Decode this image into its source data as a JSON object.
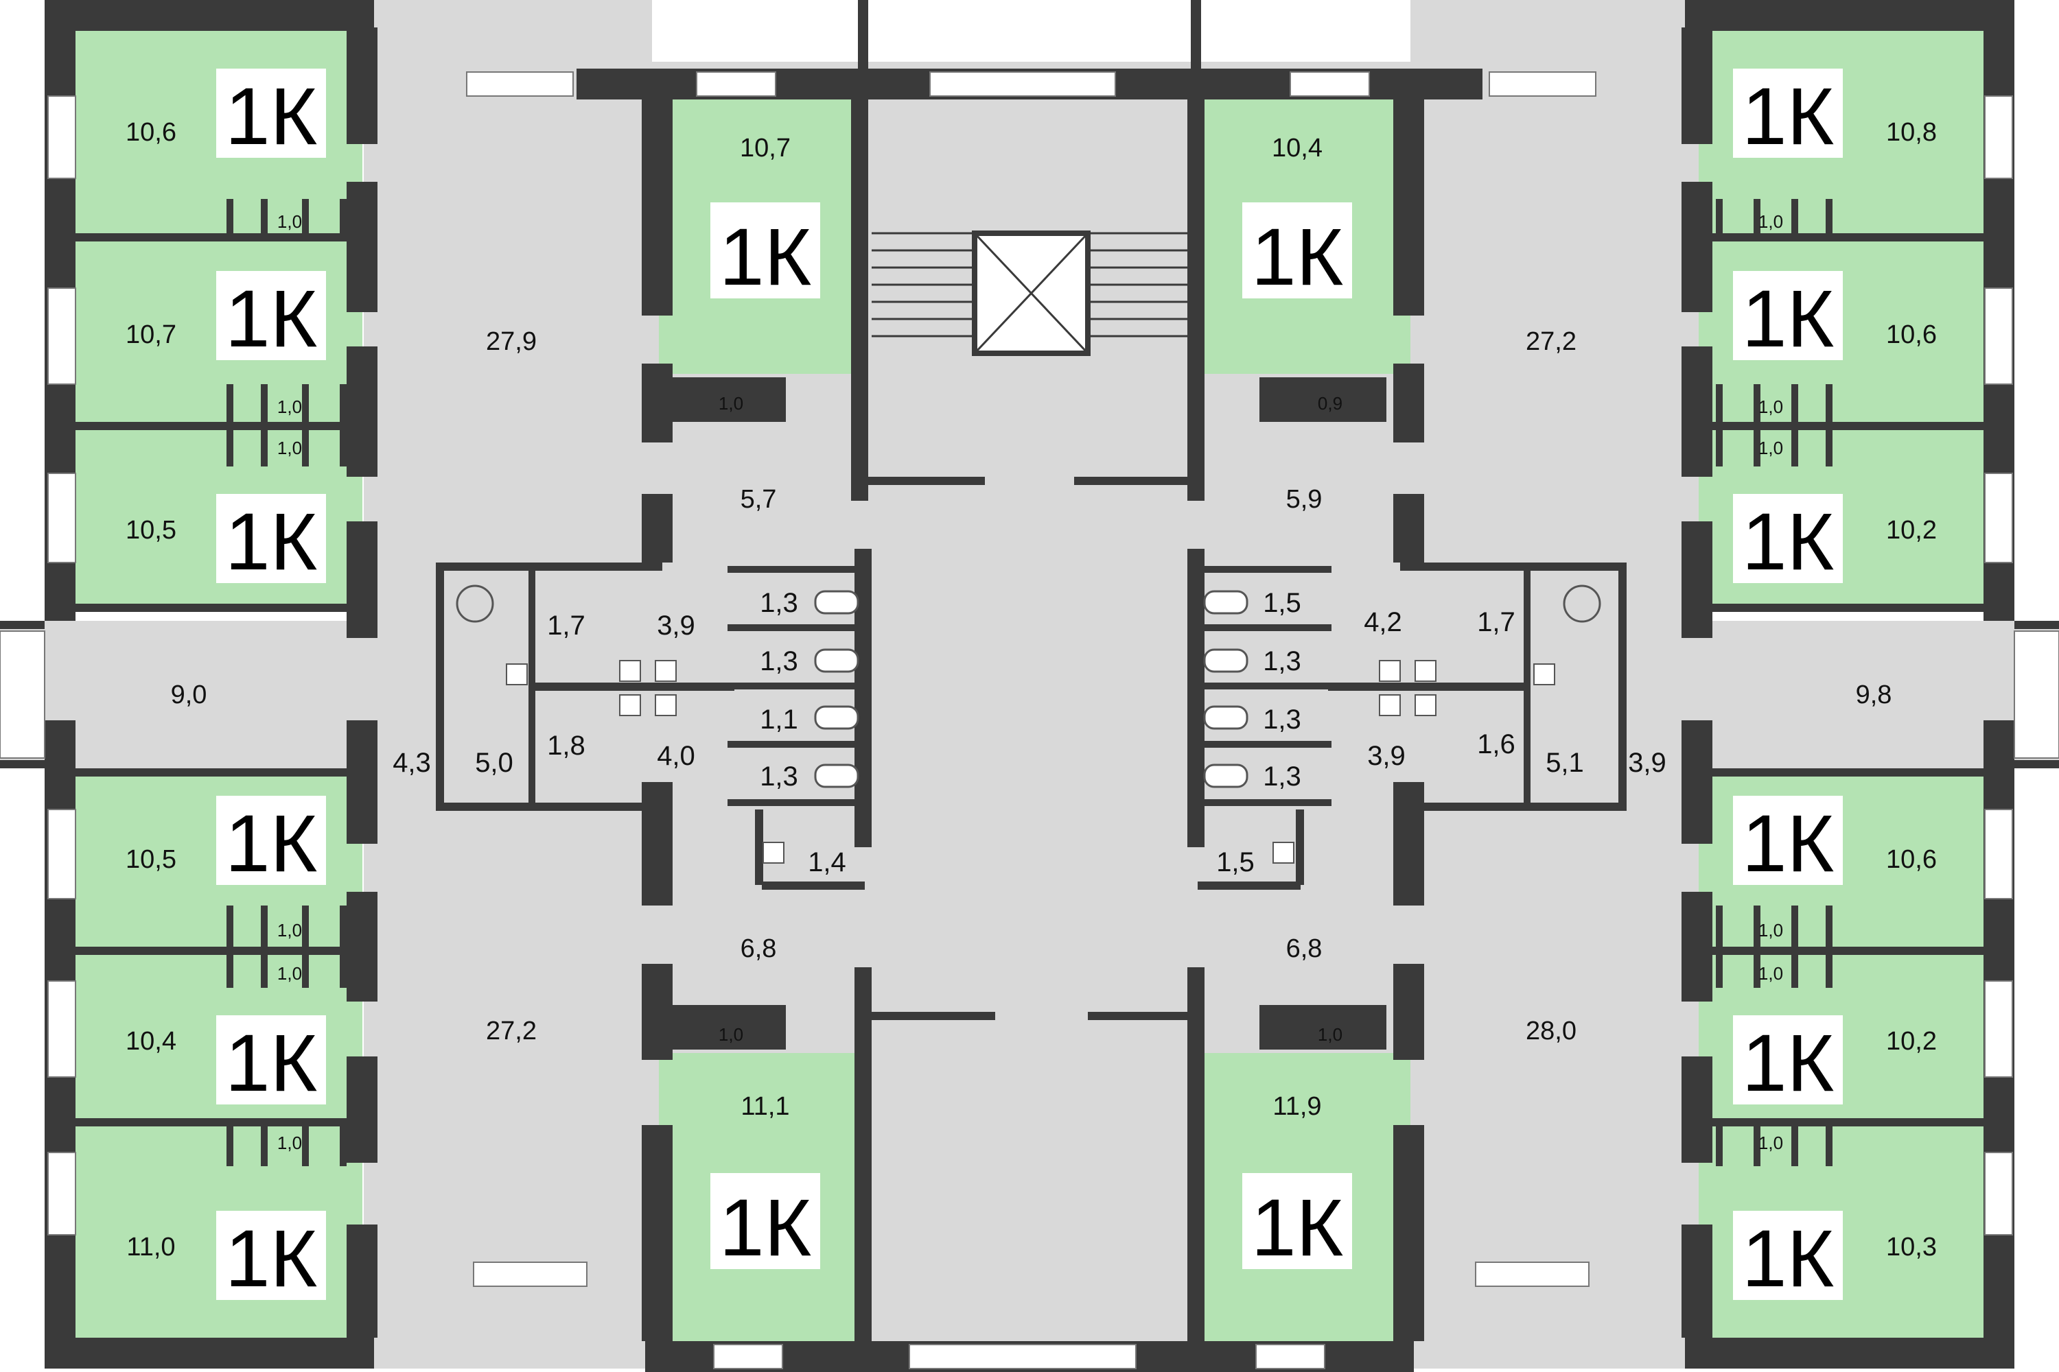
{
  "colors": {
    "background": "#ffffff",
    "wall": "#3a3a3a",
    "room": "#b4e3b3",
    "common": "#d9d9d9",
    "badge": "#ffffff",
    "window": "#ffffff",
    "fixture": "#555555"
  },
  "plan": {
    "room_type": "1К",
    "rooms": [
      {
        "badge": "1К",
        "area": "10,6",
        "bath": "1,0"
      },
      {
        "badge": "1К",
        "area": "10,7",
        "bath": "1,0"
      },
      {
        "badge": "1К",
        "area": "10,5",
        "bath": "1,0"
      },
      {
        "badge": "1К",
        "area": "10,5",
        "bath": "1,0"
      },
      {
        "badge": "1К",
        "area": "10,4",
        "bath": "1,0"
      },
      {
        "badge": "1К",
        "area": "11,0",
        "bath": "1,0"
      },
      {
        "badge": "1К",
        "area": "10,8",
        "bath": "1,0"
      },
      {
        "badge": "1К",
        "area": "10,6",
        "bath": "1,0"
      },
      {
        "badge": "1К",
        "area": "10,2",
        "bath": "1,0"
      },
      {
        "badge": "1К",
        "area": "10,6",
        "bath": "1,0"
      },
      {
        "badge": "1К",
        "area": "10,2",
        "bath": "1,0"
      },
      {
        "badge": "1К",
        "area": "10,3",
        "bath": "1,0"
      },
      {
        "badge": "1К",
        "area": "10,7",
        "bath": "1,0"
      },
      {
        "badge": "1К",
        "area": "10,4",
        "bath": "0,9"
      },
      {
        "badge": "1К",
        "area": "11,1",
        "bath": "1,0"
      },
      {
        "badge": "1К",
        "area": "11,9",
        "bath": "1,0"
      }
    ],
    "common_areas": [
      "27,9",
      "27,2",
      "27,2",
      "28,0",
      "9,0",
      "9,8",
      "5,7",
      "5,9",
      "6,8",
      "6,8"
    ],
    "service_rooms": [
      "1,7",
      "3,9",
      "1,8",
      "4,0",
      "5,0",
      "4,3",
      "1,4",
      "4,2",
      "1,7",
      "3,9",
      "1,6",
      "5,1",
      "3,9",
      "1,5"
    ],
    "toilets": [
      "1,3",
      "1,3",
      "1,1",
      "1,3",
      "1,5",
      "1,3",
      "1,3",
      "1,3"
    ]
  }
}
